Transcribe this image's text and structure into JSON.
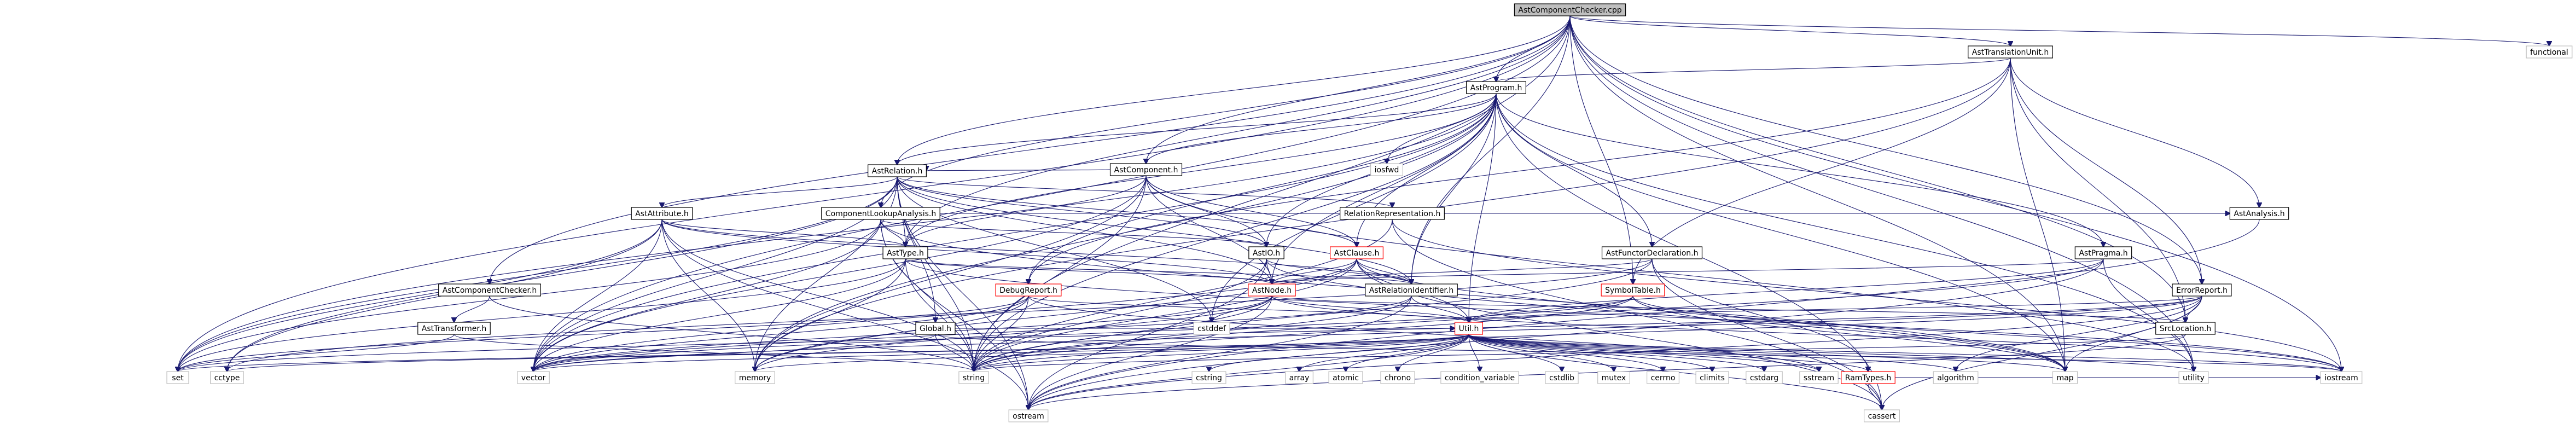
{
  "diagram": {
    "type": "include-dependency-graph",
    "colors": {
      "root_fill": "#bfbfbf",
      "local_fill": "#ffffff",
      "local_border": "#000000",
      "external_border": "#bfbfbf",
      "truncated_border": "#ff0000",
      "edge": "#191970",
      "text": "#000000"
    },
    "nodes": [
      {
        "id": "root",
        "label": "AstComponentChecker.cpp",
        "kind": "root"
      },
      {
        "id": "atu",
        "label": "AstTranslationUnit.h",
        "kind": "local"
      },
      {
        "id": "functional",
        "label": "functional",
        "kind": "external"
      },
      {
        "id": "aprog",
        "label": "AstProgram.h",
        "kind": "local"
      },
      {
        "id": "acomp",
        "label": "AstComponent.h",
        "kind": "local"
      },
      {
        "id": "iosfwd",
        "label": "iosfwd",
        "kind": "external"
      },
      {
        "id": "arel",
        "label": "AstRelation.h",
        "kind": "local"
      },
      {
        "id": "relrep",
        "label": "RelationRepresentation.h",
        "kind": "local"
      },
      {
        "id": "aanal",
        "label": "AstAnalysis.h",
        "kind": "local"
      },
      {
        "id": "aattr",
        "label": "AstAttribute.h",
        "kind": "local"
      },
      {
        "id": "clookup",
        "label": "ComponentLookupAnalysis.h",
        "kind": "local"
      },
      {
        "id": "atype",
        "label": "AstType.h",
        "kind": "local"
      },
      {
        "id": "aio",
        "label": "AstIO.h",
        "kind": "local"
      },
      {
        "id": "aclause",
        "label": "AstClause.h",
        "kind": "truncated"
      },
      {
        "id": "afunc",
        "label": "AstFunctorDeclaration.h",
        "kind": "local"
      },
      {
        "id": "apragma",
        "label": "AstPragma.h",
        "kind": "local"
      },
      {
        "id": "errrep",
        "label": "ErrorReport.h",
        "kind": "local"
      },
      {
        "id": "acompcheck",
        "label": "AstComponentChecker.h",
        "kind": "local"
      },
      {
        "id": "dbgrep",
        "label": "DebugReport.h",
        "kind": "truncated"
      },
      {
        "id": "anode",
        "label": "AstNode.h",
        "kind": "truncated"
      },
      {
        "id": "arelid",
        "label": "AstRelationIdentifier.h",
        "kind": "local"
      },
      {
        "id": "symtab",
        "label": "SymbolTable.h",
        "kind": "truncated"
      },
      {
        "id": "srcloc",
        "label": "SrcLocation.h",
        "kind": "local"
      },
      {
        "id": "atrans",
        "label": "AstTransformer.h",
        "kind": "local"
      },
      {
        "id": "global",
        "label": "Global.h",
        "kind": "local"
      },
      {
        "id": "cstddef",
        "label": "cstddef",
        "kind": "external"
      },
      {
        "id": "util",
        "label": "Util.h",
        "kind": "truncated"
      },
      {
        "id": "set",
        "label": "set",
        "kind": "external"
      },
      {
        "id": "cctype",
        "label": "cctype",
        "kind": "external"
      },
      {
        "id": "vector",
        "label": "vector",
        "kind": "external"
      },
      {
        "id": "memory",
        "label": "memory",
        "kind": "external"
      },
      {
        "id": "string",
        "label": "string",
        "kind": "external"
      },
      {
        "id": "cstring",
        "label": "cstring",
        "kind": "external"
      },
      {
        "id": "array",
        "label": "array",
        "kind": "external"
      },
      {
        "id": "atomic",
        "label": "atomic",
        "kind": "external"
      },
      {
        "id": "chrono",
        "label": "chrono",
        "kind": "external"
      },
      {
        "id": "condvar",
        "label": "condition_variable",
        "kind": "external"
      },
      {
        "id": "cstdlib",
        "label": "cstdlib",
        "kind": "external"
      },
      {
        "id": "mutex",
        "label": "mutex",
        "kind": "external"
      },
      {
        "id": "cerrno",
        "label": "cerrno",
        "kind": "external"
      },
      {
        "id": "climits",
        "label": "climits",
        "kind": "external"
      },
      {
        "id": "cstdarg",
        "label": "cstdarg",
        "kind": "external"
      },
      {
        "id": "sstream",
        "label": "sstream",
        "kind": "external"
      },
      {
        "id": "ramtypes",
        "label": "RamTypes.h",
        "kind": "truncated"
      },
      {
        "id": "algorithm",
        "label": "algorithm",
        "kind": "external"
      },
      {
        "id": "map",
        "label": "map",
        "kind": "external"
      },
      {
        "id": "utility",
        "label": "utility",
        "kind": "external"
      },
      {
        "id": "iostream",
        "label": "iostream",
        "kind": "external"
      },
      {
        "id": "ostream",
        "label": "ostream",
        "kind": "external"
      },
      {
        "id": "cassert",
        "label": "cassert",
        "kind": "external"
      }
    ],
    "edges": [
      [
        "root",
        "atu"
      ],
      [
        "root",
        "functional"
      ],
      [
        "root",
        "aprog"
      ],
      [
        "root",
        "acomp"
      ],
      [
        "root",
        "arel"
      ],
      [
        "root",
        "clookup"
      ],
      [
        "root",
        "atype"
      ],
      [
        "root",
        "acompcheck"
      ],
      [
        "root",
        "errrep"
      ],
      [
        "root",
        "srcloc"
      ],
      [
        "root",
        "symtab"
      ],
      [
        "root",
        "arelid"
      ],
      [
        "root",
        "set"
      ],
      [
        "root",
        "vector"
      ],
      [
        "root",
        "utility"
      ],
      [
        "root",
        "map"
      ],
      [
        "root",
        "iostream"
      ],
      [
        "root",
        "string"
      ],
      [
        "atu",
        "aprog"
      ],
      [
        "atu",
        "aanal"
      ],
      [
        "atu",
        "errrep"
      ],
      [
        "atu",
        "dbgrep"
      ],
      [
        "atu",
        "symtab"
      ],
      [
        "atu",
        "memory"
      ],
      [
        "atu",
        "map"
      ],
      [
        "atu",
        "srcloc"
      ],
      [
        "aprog",
        "acomp"
      ],
      [
        "aprog",
        "arel"
      ],
      [
        "aprog",
        "atype"
      ],
      [
        "aprog",
        "aio"
      ],
      [
        "aprog",
        "aclause"
      ],
      [
        "aprog",
        "afunc"
      ],
      [
        "aprog",
        "apragma"
      ],
      [
        "aprog",
        "iosfwd"
      ],
      [
        "aprog",
        "dbgrep"
      ],
      [
        "aprog",
        "arelid"
      ],
      [
        "aprog",
        "util"
      ],
      [
        "aprog",
        "memory"
      ],
      [
        "aprog",
        "string"
      ],
      [
        "aprog",
        "vector"
      ],
      [
        "aprog",
        "map"
      ],
      [
        "aprog",
        "set"
      ],
      [
        "aprog",
        "cassert"
      ],
      [
        "aprog",
        "cstddef"
      ],
      [
        "aprog",
        "anode"
      ],
      [
        "aprog",
        "utility"
      ],
      [
        "acomp",
        "arel"
      ],
      [
        "acomp",
        "atype"
      ],
      [
        "acomp",
        "aio"
      ],
      [
        "acomp",
        "aclause"
      ],
      [
        "acomp",
        "anode"
      ],
      [
        "acomp",
        "memory"
      ],
      [
        "acomp",
        "string"
      ],
      [
        "acomp",
        "vector"
      ],
      [
        "acomp",
        "utility"
      ],
      [
        "arel",
        "relrep"
      ],
      [
        "arel",
        "aattr"
      ],
      [
        "arel",
        "atype"
      ],
      [
        "arel",
        "aio"
      ],
      [
        "arel",
        "aclause"
      ],
      [
        "arel",
        "anode"
      ],
      [
        "arel",
        "arelid"
      ],
      [
        "arel",
        "global"
      ],
      [
        "arel",
        "memory"
      ],
      [
        "arel",
        "string"
      ],
      [
        "arel",
        "vector"
      ],
      [
        "arel",
        "set"
      ],
      [
        "arel",
        "cctype"
      ],
      [
        "arel",
        "ostream"
      ],
      [
        "arel",
        "cstddef"
      ],
      [
        "relrep",
        "aanal"
      ],
      [
        "relrep",
        "iostream"
      ],
      [
        "relrep",
        "cassert"
      ],
      [
        "relrep",
        "string"
      ],
      [
        "aanal",
        "ostream"
      ],
      [
        "aattr",
        "atype"
      ],
      [
        "aattr",
        "anode"
      ],
      [
        "aattr",
        "arelid"
      ],
      [
        "aattr",
        "memory"
      ],
      [
        "aattr",
        "string"
      ],
      [
        "aattr",
        "cctype"
      ],
      [
        "aattr",
        "vector"
      ],
      [
        "aattr",
        "set"
      ],
      [
        "aattr",
        "ostream"
      ],
      [
        "clookup",
        "aanal"
      ],
      [
        "clookup",
        "atype"
      ],
      [
        "clookup",
        "aio"
      ],
      [
        "clookup",
        "map"
      ],
      [
        "clookup",
        "set"
      ],
      [
        "clookup",
        "string"
      ],
      [
        "clookup",
        "vector"
      ],
      [
        "clookup",
        "ostream"
      ],
      [
        "atype",
        "anode"
      ],
      [
        "atype",
        "arelid"
      ],
      [
        "atype",
        "memory"
      ],
      [
        "atype",
        "string"
      ],
      [
        "atype",
        "set"
      ],
      [
        "atype",
        "vector"
      ],
      [
        "atype",
        "iostream"
      ],
      [
        "aio",
        "anode"
      ],
      [
        "aio",
        "arelid"
      ],
      [
        "aio",
        "map"
      ],
      [
        "aio",
        "string"
      ],
      [
        "aio",
        "ostream"
      ],
      [
        "aclause",
        "anode"
      ],
      [
        "aclause",
        "arelid"
      ],
      [
        "aclause",
        "util"
      ],
      [
        "aclause",
        "memory"
      ],
      [
        "aclause",
        "string"
      ],
      [
        "aclause",
        "vector"
      ],
      [
        "aclause",
        "cassert"
      ],
      [
        "aclause",
        "map"
      ],
      [
        "afunc",
        "anode"
      ],
      [
        "afunc",
        "ramtypes"
      ],
      [
        "afunc",
        "cassert"
      ],
      [
        "afunc",
        "string"
      ],
      [
        "afunc",
        "cctype"
      ],
      [
        "apragma",
        "anode"
      ],
      [
        "apragma",
        "util"
      ],
      [
        "apragma",
        "ostream"
      ],
      [
        "apragma",
        "string"
      ],
      [
        "apragma",
        "utility"
      ],
      [
        "errrep",
        "srcloc"
      ],
      [
        "errrep",
        "util"
      ],
      [
        "errrep",
        "algorithm"
      ],
      [
        "errrep",
        "ostream"
      ],
      [
        "errrep",
        "cassert"
      ],
      [
        "errrep",
        "map"
      ],
      [
        "errrep",
        "vector"
      ],
      [
        "errrep",
        "string"
      ],
      [
        "errrep",
        "set"
      ],
      [
        "acompcheck",
        "atrans"
      ],
      [
        "acompcheck",
        "string"
      ],
      [
        "atrans",
        "string"
      ],
      [
        "atrans",
        "set"
      ],
      [
        "dbgrep",
        "util"
      ],
      [
        "dbgrep",
        "sstream"
      ],
      [
        "dbgrep",
        "string"
      ],
      [
        "dbgrep",
        "vector"
      ],
      [
        "dbgrep",
        "memory"
      ],
      [
        "dbgrep",
        "set"
      ],
      [
        "anode",
        "srcloc"
      ],
      [
        "anode",
        "util"
      ],
      [
        "anode",
        "memory"
      ],
      [
        "anode",
        "string"
      ],
      [
        "anode",
        "vector"
      ],
      [
        "anode",
        "cstddef"
      ],
      [
        "anode",
        "ostream"
      ],
      [
        "anode",
        "iostream"
      ],
      [
        "arelid",
        "util"
      ],
      [
        "arelid",
        "string"
      ],
      [
        "arelid",
        "vector"
      ],
      [
        "arelid",
        "ostream"
      ],
      [
        "symtab",
        "util"
      ],
      [
        "symtab",
        "string"
      ],
      [
        "symtab",
        "map"
      ],
      [
        "symtab",
        "vector"
      ],
      [
        "symtab",
        "iostream"
      ],
      [
        "srcloc",
        "ostream"
      ],
      [
        "srcloc",
        "string"
      ],
      [
        "global",
        "util"
      ],
      [
        "global",
        "string"
      ],
      [
        "global",
        "iostream"
      ],
      [
        "global",
        "vector"
      ],
      [
        "util",
        "array"
      ],
      [
        "util",
        "atomic"
      ],
      [
        "util",
        "chrono"
      ],
      [
        "util",
        "condvar"
      ],
      [
        "util",
        "cstdlib"
      ],
      [
        "util",
        "mutex"
      ],
      [
        "util",
        "cerrno"
      ],
      [
        "util",
        "climits"
      ],
      [
        "util",
        "cstdarg"
      ],
      [
        "util",
        "sstream"
      ],
      [
        "util",
        "ramtypes"
      ],
      [
        "util",
        "algorithm"
      ],
      [
        "util",
        "map"
      ],
      [
        "util",
        "utility"
      ],
      [
        "util",
        "iostream"
      ],
      [
        "util",
        "ostream"
      ],
      [
        "util",
        "cassert"
      ],
      [
        "util",
        "string"
      ],
      [
        "util",
        "memory"
      ],
      [
        "util",
        "cstring"
      ],
      [
        "util",
        "vector"
      ],
      [
        "util",
        "set"
      ],
      [
        "util",
        "cctype"
      ],
      [
        "ramtypes",
        "cassert"
      ],
      [
        "ramtypes",
        "iostream"
      ]
    ]
  }
}
